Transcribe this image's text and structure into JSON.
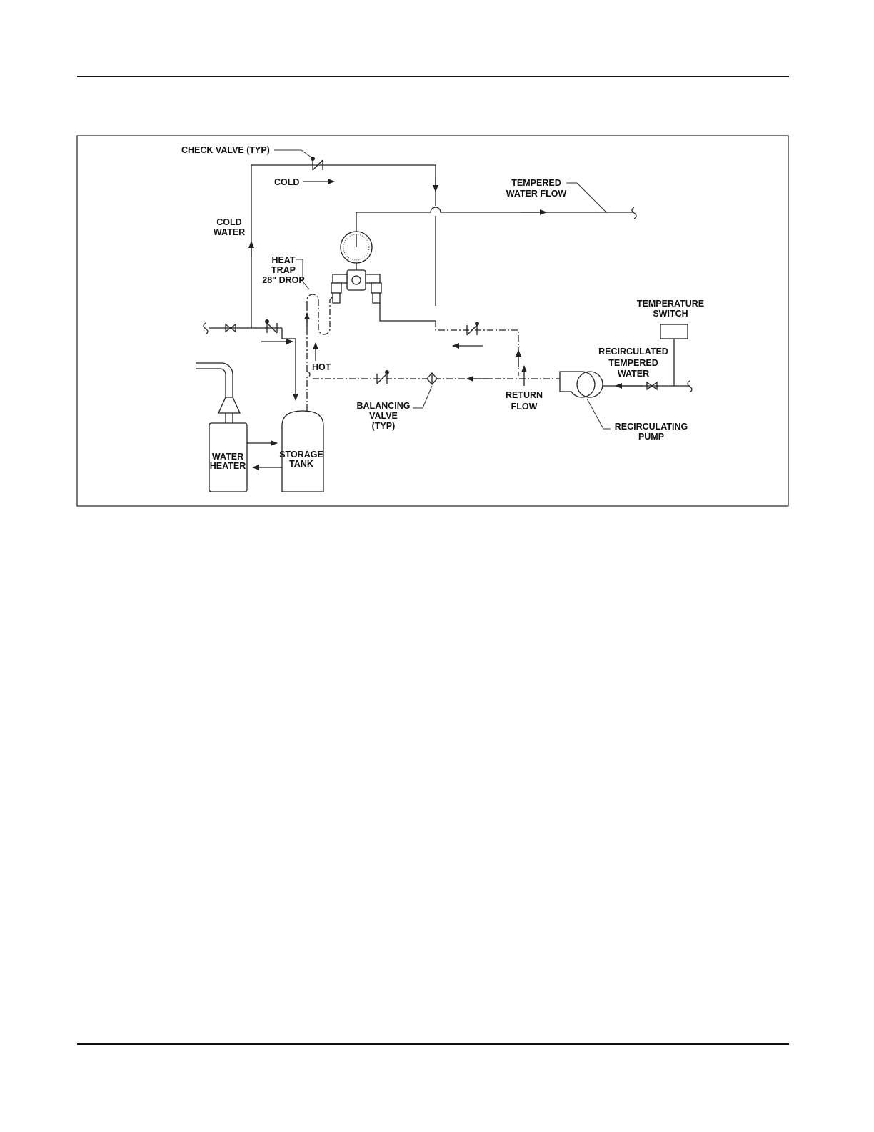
{
  "labels": {
    "check_valve": "CHECK VALVE (TYP)",
    "cold": "COLD",
    "cold_water": [
      "COLD",
      "WATER"
    ],
    "tempered_water_flow": [
      "TEMPERED",
      "WATER FLOW"
    ],
    "heat_trap": [
      "HEAT",
      "TRAP",
      "28\" DROP"
    ],
    "temperature_switch": [
      "TEMPERATURE",
      "SWITCH"
    ],
    "recirculated_tempered_water": [
      "RECIRCULATED",
      "TEMPERED",
      "WATER"
    ],
    "hot": "HOT",
    "return_flow": [
      "RETURN",
      "FLOW"
    ],
    "balancing_valve": [
      "BALANCING",
      "VALVE",
      "(TYP)"
    ],
    "recirculating_pump": [
      "RECIRCULATING",
      "PUMP"
    ],
    "water_heater": [
      "WATER",
      "HEATER"
    ],
    "storage_tank": [
      "STORAGE",
      "TANK"
    ]
  },
  "colors": {
    "line": "#222222",
    "background": "#ffffff"
  }
}
